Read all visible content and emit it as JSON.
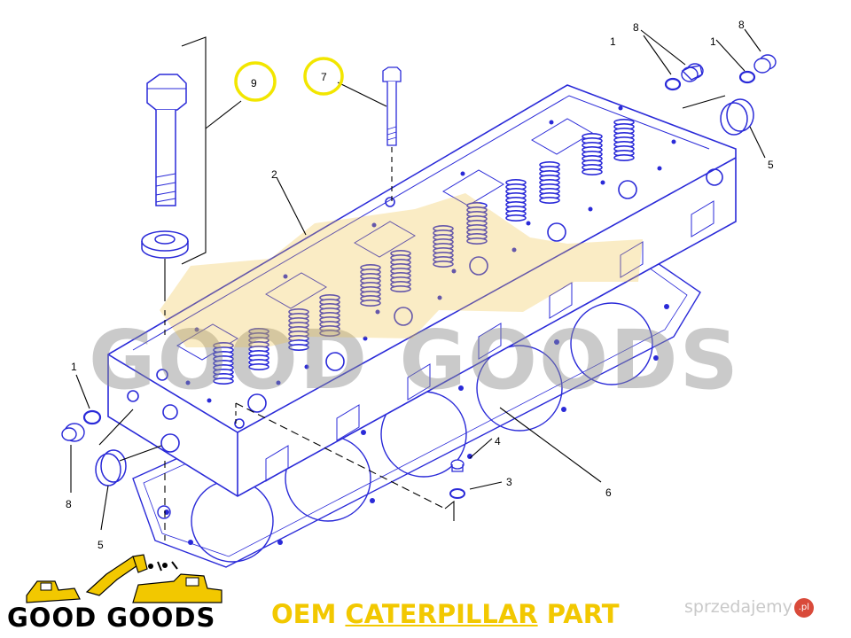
{
  "callouts": {
    "c9": "9",
    "c7": "7",
    "c2": "2",
    "c8_top_left": "8",
    "c8_top_right": "8",
    "c1_top_left": "1",
    "c1_top_right": "1",
    "c5_right": "5",
    "c1_left": "1",
    "c8_left": "8",
    "c5_left": "5",
    "c4": "4",
    "c3": "3",
    "c6": "6"
  },
  "watermark": {
    "text": "GOOD GOODS"
  },
  "logo": {
    "text": "GOOD GOODS"
  },
  "banner": {
    "prefix": "OEM ",
    "brand": "CATERPILLAR",
    "suffix": " PART"
  },
  "site_mark": {
    "text": "sprzedajemy",
    "badge": ".pl"
  },
  "colors": {
    "line_art": "#2a2ad8",
    "highlight": "#f2e600",
    "banner": "#f2c800",
    "watermark": "#8c8c8c",
    "logo_yellow": "#f2c800"
  }
}
